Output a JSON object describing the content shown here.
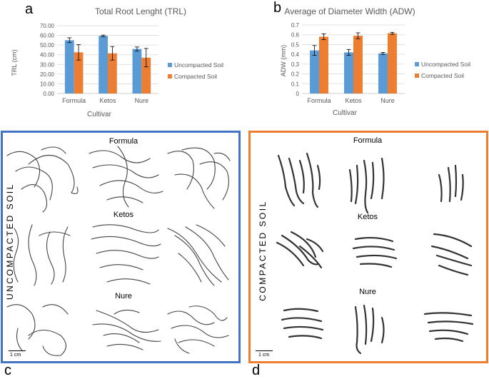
{
  "panels": {
    "a": "a",
    "b": "b",
    "c": "c",
    "d": "d"
  },
  "chart_data": [
    {
      "type": "bar",
      "title": "Total Root Lenght (TRL)",
      "xlabel": "Cultivar",
      "ylabel": "TRL (cm)",
      "categories": [
        "Formula",
        "Ketos",
        "Nure"
      ],
      "series": [
        {
          "name": "Uncompacted Soil",
          "values": [
            55.0,
            59.5,
            46.0
          ],
          "errors": [
            2.5,
            0.8,
            2.0
          ],
          "color": "#5b9bd5"
        },
        {
          "name": "Compacted Soil",
          "values": [
            42.5,
            41.5,
            37.0
          ],
          "errors": [
            8.0,
            7.0,
            9.5
          ],
          "color": "#ed7d31"
        }
      ],
      "ylim": [
        0,
        70
      ],
      "yticks": [
        "0.00",
        "10.00",
        "20.00",
        "30.00",
        "40.00",
        "50.00",
        "60.00",
        "70.00"
      ],
      "grid": true,
      "legend": "right"
    },
    {
      "type": "bar",
      "title": "Average of Diameter Width (ADW)",
      "xlabel": "Cultivar",
      "ylabel": "ADW (mm)",
      "categories": [
        "Formula",
        "Ketos",
        "Nure"
      ],
      "series": [
        {
          "name": "Uncompacted Soil",
          "values": [
            0.44,
            0.42,
            0.41
          ],
          "errors": [
            0.05,
            0.03,
            0.01
          ],
          "color": "#5b9bd5"
        },
        {
          "name": "Compacted Soil",
          "values": [
            0.58,
            0.59,
            0.615
          ],
          "errors": [
            0.03,
            0.03,
            0.01
          ],
          "color": "#ed7d31"
        }
      ],
      "ylim": [
        0,
        0.7
      ],
      "yticks": [
        "0",
        "0.1",
        "0.2",
        "0.3",
        "0.4",
        "0.5",
        "0.6",
        "0.7"
      ],
      "grid": true,
      "legend": "right"
    }
  ],
  "scans": {
    "uncompacted": {
      "side_label": "UNCOMPACTED   SOIL",
      "cultivars": [
        "Formula",
        "Ketos",
        "Nure"
      ],
      "scale": "1 cm",
      "border_color": "#4472c4"
    },
    "compacted": {
      "side_label": "COMPACTED   SOIL",
      "cultivars": [
        "Formula",
        "Ketos",
        "Nure"
      ],
      "scale": "1 cm",
      "border_color": "#ed7d31"
    }
  }
}
